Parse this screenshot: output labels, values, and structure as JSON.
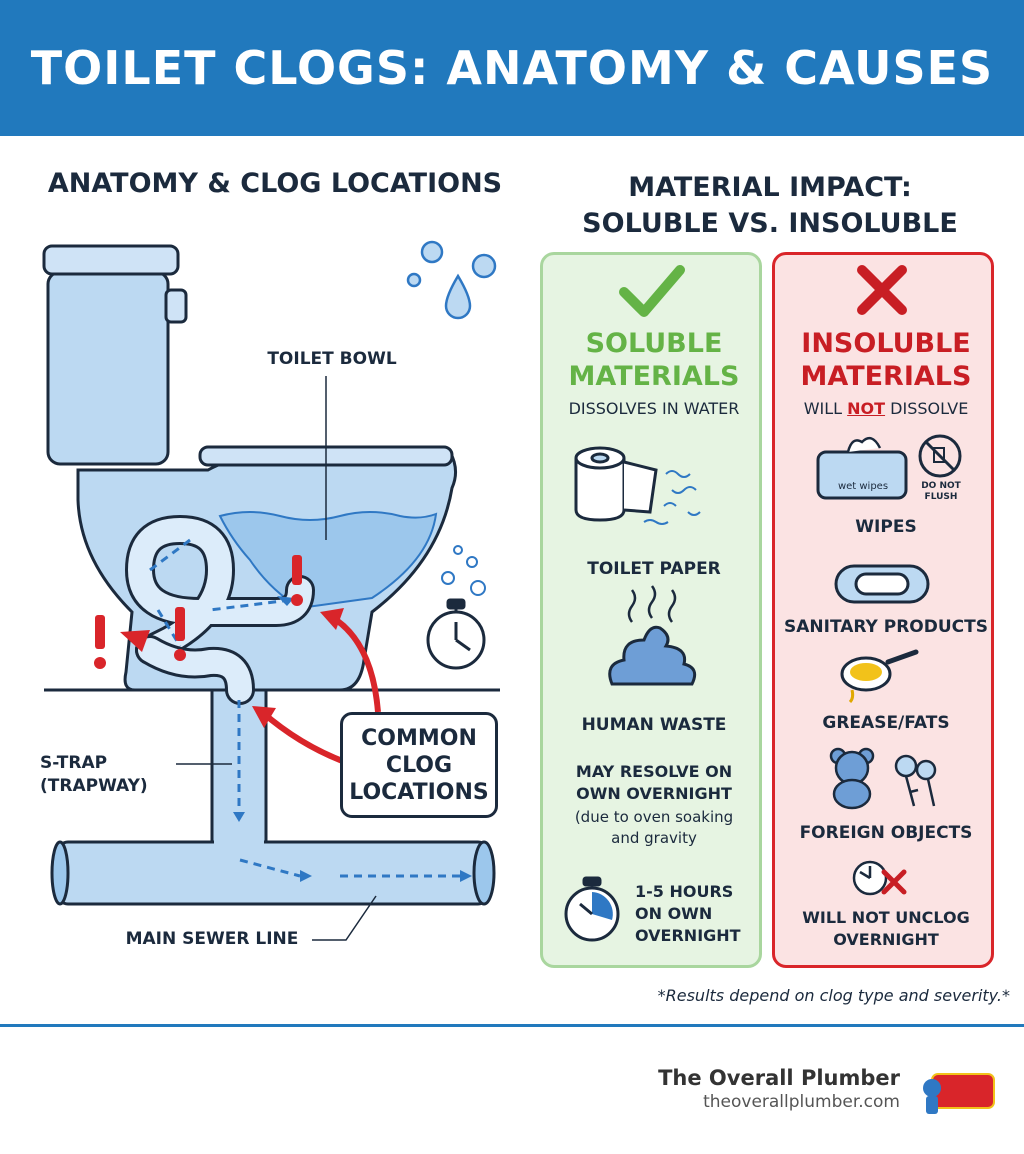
{
  "header": {
    "title": "TOILET CLOGS: ANATOMY & CAUSES"
  },
  "anatomy": {
    "title": "ANATOMY & CLOG LOCATIONS",
    "bowl_label": "TOILET BOWL",
    "strap_label_1": "S-TRAP",
    "strap_label_2": "(TRAPWAY)",
    "sewer_label": "MAIN SEWER LINE",
    "clog_line_1": "COMMON",
    "clog_line_2": "CLOG",
    "clog_line_3": "LOCATIONS"
  },
  "material": {
    "title_1": "MATERIAL IMPACT:",
    "title_2": "SOLUBLE VS. INSOLUBLE",
    "soluble": {
      "heading_1": "SOLUBLE",
      "heading_2": "MATERIALS",
      "subtitle": "DISSOLVES IN WATER",
      "item_1": "TOILET PAPER",
      "item_2": "HUMAN WASTE",
      "resolve_1": "MAY RESOLVE ON",
      "resolve_2": "OWN OVERNIGHT",
      "resolve_note_1": "(due to oven soaking",
      "resolve_note_2": "and gravity",
      "time_1": "1-5 HOURS",
      "time_2": "ON OWN",
      "time_3": "OVERNIGHT"
    },
    "insoluble": {
      "heading_1": "INSOLUBLE",
      "heading_2": "MATERIALS",
      "subtitle_pre": "WILL",
      "subtitle_not": "NOT",
      "subtitle_post": "DISSOLVE",
      "wipes_pack": "wet wipes",
      "do_not_flush_1": "DO NOT",
      "do_not_flush_2": "FLUSH",
      "item_1": "WIPES",
      "item_2": "SANITARY PRODUCTS",
      "item_3": "GREASE/FATS",
      "item_4": "FOREIGN OBJECTS",
      "outcome_1": "WILL NOT UNCLOG",
      "outcome_2": "OVERNIGHT"
    },
    "footnote": "*Results depend on clog type and severity.*"
  },
  "footer": {
    "brand": "The Overall Plumber",
    "url": "theoverallplumber.com"
  },
  "colors": {
    "banner": "#2179bd",
    "navy": "#1b2a3d",
    "water": "#bcd9f2",
    "arrow_blue": "#2f78c4",
    "alert_red": "#d9252a",
    "soluble_green": "#64b346",
    "insoluble_red": "#c81e24"
  }
}
